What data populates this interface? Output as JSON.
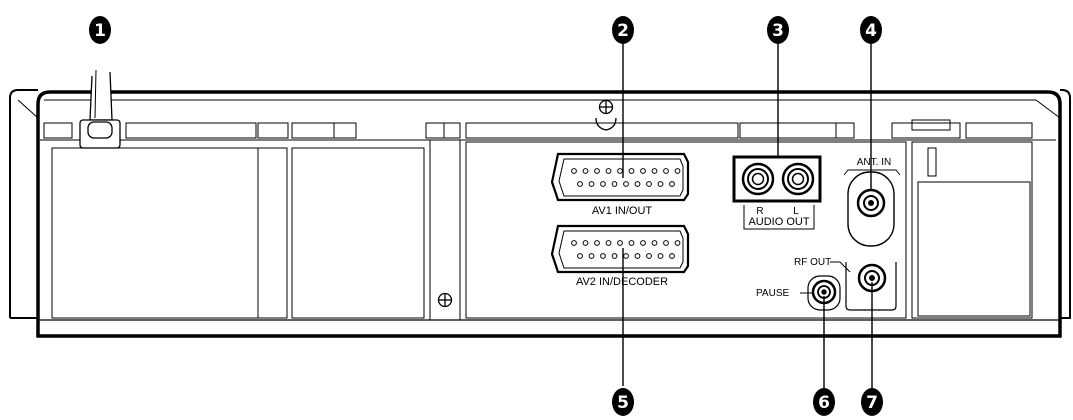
{
  "callouts": [
    {
      "id": "1",
      "number": "1"
    },
    {
      "id": "2",
      "number": "2"
    },
    {
      "id": "3",
      "number": "3"
    },
    {
      "id": "4",
      "number": "4"
    },
    {
      "id": "5",
      "number": "5"
    },
    {
      "id": "6",
      "number": "6"
    },
    {
      "id": "7",
      "number": "7"
    }
  ],
  "labels": {
    "av1": "AV1 IN/OUT",
    "av2": "AV2 IN/DECODER",
    "audio_out": "AUDIO OUT",
    "audio_r": "R",
    "audio_l": "L",
    "ant_in": "ANT. IN",
    "rf_out": "RF OUT",
    "pause": "PAUSE"
  },
  "colors": {
    "ink": "#000000",
    "paper": "#ffffff"
  }
}
